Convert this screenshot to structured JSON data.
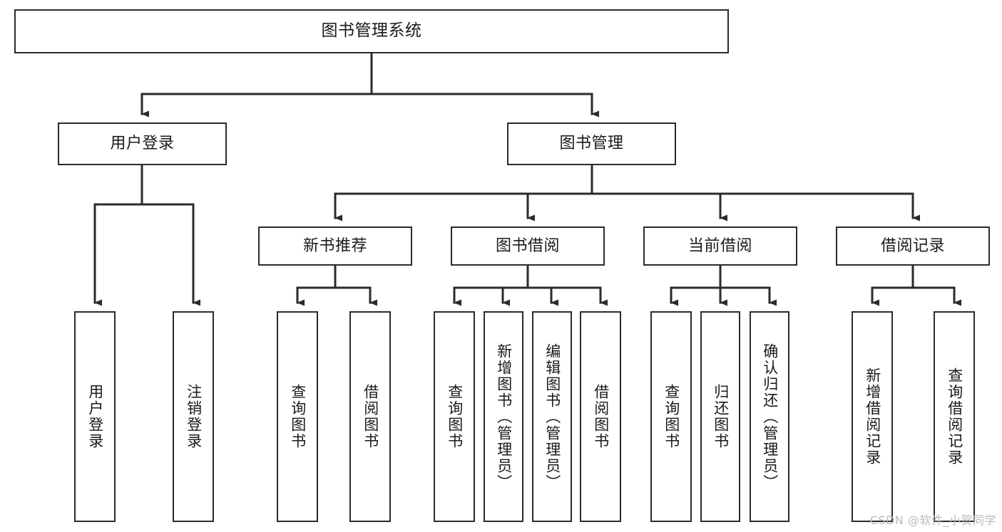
{
  "diagram": {
    "title": "图书管理系统",
    "type": "tree-hierarchy",
    "stroke_color": "#2b2b2b",
    "fill_color": "#ffffff",
    "text_color": "#1a1a1a",
    "levels": [
      {
        "level": 1,
        "nodes": [
          {
            "id": "root",
            "label": "图书管理系统",
            "orientation": "horizontal"
          }
        ]
      },
      {
        "level": 2,
        "nodes": [
          {
            "id": "user-login",
            "label": "用户登录",
            "orientation": "horizontal",
            "parent": "root"
          },
          {
            "id": "book-manage",
            "label": "图书管理",
            "orientation": "horizontal",
            "parent": "root"
          }
        ]
      },
      {
        "level": 3,
        "nodes": [
          {
            "id": "new-book-recommend",
            "label": "新书推荐",
            "orientation": "horizontal",
            "parent": "book-manage"
          },
          {
            "id": "book-borrow",
            "label": "图书借阅",
            "orientation": "horizontal",
            "parent": "book-manage"
          },
          {
            "id": "current-borrow",
            "label": "当前借阅",
            "orientation": "horizontal",
            "parent": "book-manage"
          },
          {
            "id": "borrow-record",
            "label": "借阅记录",
            "orientation": "horizontal",
            "parent": "book-manage"
          }
        ]
      },
      {
        "level": 4,
        "nodes": [
          {
            "id": "leaf-user-login",
            "label": "用户登录",
            "orientation": "vertical",
            "parent": "user-login"
          },
          {
            "id": "leaf-logout",
            "label": "注销登录",
            "orientation": "vertical",
            "parent": "user-login"
          },
          {
            "id": "leaf-query-book-1",
            "label": "查询图书",
            "orientation": "vertical",
            "parent": "new-book-recommend"
          },
          {
            "id": "leaf-borrow-book-1",
            "label": "借阅图书",
            "orientation": "vertical",
            "parent": "new-book-recommend"
          },
          {
            "id": "leaf-query-book-2",
            "label": "查询图书",
            "orientation": "vertical",
            "parent": "book-borrow"
          },
          {
            "id": "leaf-add-book",
            "label": "新增图书（管理员）",
            "orientation": "vertical",
            "parent": "book-borrow"
          },
          {
            "id": "leaf-edit-book",
            "label": "编辑图书（管理员）",
            "orientation": "vertical",
            "parent": "book-borrow"
          },
          {
            "id": "leaf-borrow-book-2",
            "label": "借阅图书",
            "orientation": "vertical",
            "parent": "book-borrow"
          },
          {
            "id": "leaf-query-book-3",
            "label": "查询图书",
            "orientation": "vertical",
            "parent": "current-borrow"
          },
          {
            "id": "leaf-return-book",
            "label": "归还图书",
            "orientation": "vertical",
            "parent": "current-borrow"
          },
          {
            "id": "leaf-confirm-return",
            "label": "确认归还（管理员）",
            "orientation": "vertical",
            "parent": "current-borrow"
          },
          {
            "id": "leaf-add-record",
            "label": "新增借阅记录",
            "orientation": "vertical",
            "parent": "borrow-record"
          },
          {
            "id": "leaf-query-record",
            "label": "查询借阅记录",
            "orientation": "vertical",
            "parent": "borrow-record"
          }
        ]
      }
    ]
  },
  "watermark": {
    "text": "CSDN @软件_小贺同学"
  }
}
